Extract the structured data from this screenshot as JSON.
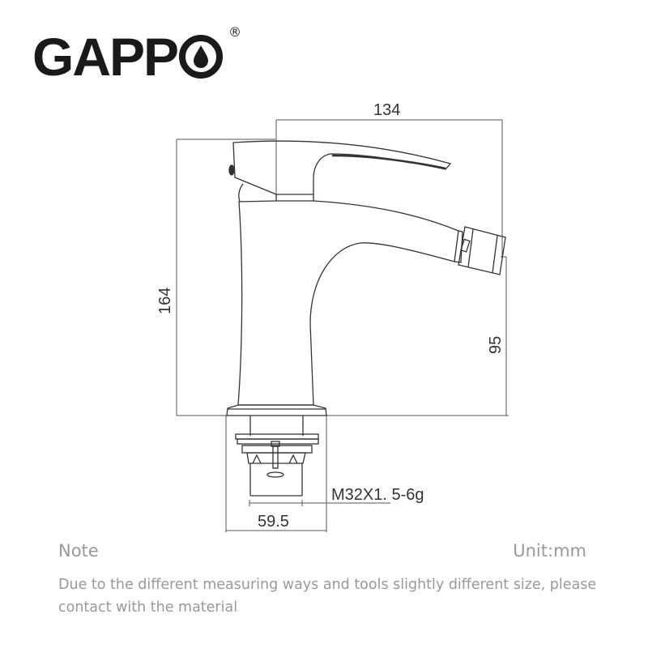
{
  "brand": {
    "name": "GAPP",
    "logo_icon": "water-drop-icon",
    "registered_mark": "®"
  },
  "drawing": {
    "title": "Bidet faucet dimension drawing",
    "line_color": "#333333",
    "dimensions": {
      "spout_reach": "134",
      "total_height": "164",
      "outlet_height": "95",
      "base_width": "59.5",
      "thread": "M32X1. 5-6g"
    }
  },
  "notes": {
    "title": "Note",
    "unit": "Unit:mm",
    "body": "Due to the  different  measuring ways and tools slightly different size, please contact with the material"
  }
}
